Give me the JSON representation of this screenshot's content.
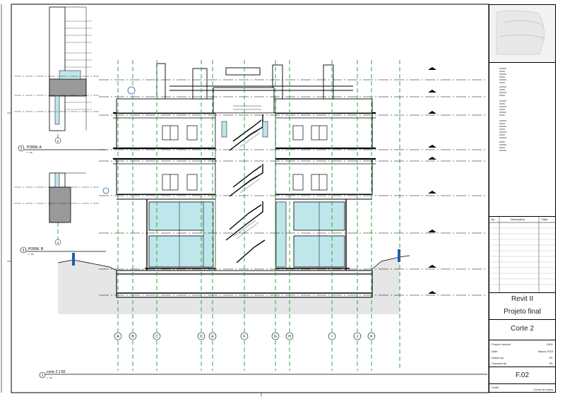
{
  "sheet": {
    "title_block": {
      "project_line1": "Revit II",
      "project_line2": "Projeto final",
      "sheet_name": "Corte 2",
      "sheet_number": "F.02",
      "fields": [
        {
          "label": "Project number",
          "value": "0001"
        },
        {
          "label": "Date",
          "value": "Março 2019"
        },
        {
          "label": "Drawn by",
          "value": "RL"
        },
        {
          "label": "Checked by",
          "value": "RL"
        }
      ],
      "scale_label": "Scale",
      "scale_value": "Como se indica",
      "revision_headers": [
        "No.",
        "Description",
        "Date"
      ]
    },
    "views": {
      "porm_a_label": "PORM. A",
      "porm_a_scale": "1 : 50",
      "porm_a_number": "2",
      "porm_b_label": "PORM. B",
      "porm_b_scale": "1 : 50",
      "porm_b_number": "3",
      "section_label": "corte 2 1:50",
      "section_scale": "1 : 50",
      "section_number": "1"
    },
    "grid_bubbles": [
      "A",
      "B",
      "C",
      "D",
      "E",
      "F",
      "G",
      "H",
      "I",
      "J",
      "K"
    ],
    "detail_grid_bubble": "A",
    "colors": {
      "line": "#000000",
      "grid_dash": "#1a9e2a",
      "glass": "#bfe6ea",
      "ground": "#e6e6e6",
      "accent": "#1f5fa8",
      "cut": "#9a9a9a"
    }
  }
}
